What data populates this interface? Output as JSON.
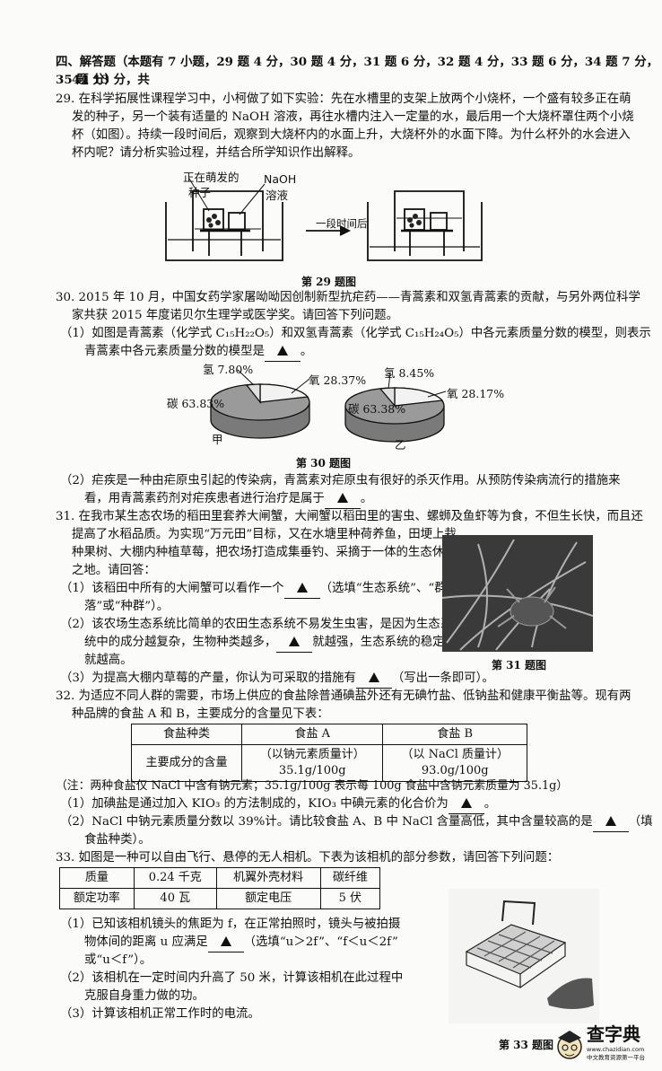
{
  "section": {
    "header_a": "四、解答题（本题有 7 小题，29 题 4 分，30 题 4 分，31 题 6 分，32 题 4 分，33 题 6 分，34 题 7 分，35 题 13 分，共",
    "header_b": "44 分）"
  },
  "q29": {
    "l1": "29. 在科学拓展性课程学习中，小柯做了如下实验：先在水槽里的支架上放两个小烧杯，一个盛有较多正在萌",
    "l2": "发的种子，另一个装有适量的 NaOH 溶液，再往水槽内注入一定量的水，最后用一个大烧杯罩住两个小烧",
    "l3": "杯（如图）。持续一段时间后，观察到大烧杯内的水面上升，大烧杯外的水面下降。为什么杯外的水会进入",
    "l4": "杯内呢？请分析实验过程，并结合所学知识作出解释。",
    "label_seed_a": "正在萌发的",
    "label_seed_b": "种子",
    "label_naoh_a": "NaOH",
    "label_naoh_b": "溶液",
    "label_arrow": "一段时间后",
    "caption": "第 29 题图"
  },
  "q30": {
    "l1": "30. 2015 年 10 月，中国女药学家屠呦呦因创制新型抗疟药——青蒿素和双氢青蒿素的贡献，与另外两位科学",
    "l2": "家共获 2015 年度诺贝尔生理学或医学奖。请回答下列问题。",
    "s1a": "（1）如图是青蒿素（化学式 C₁₅H₂₂O₅）和双氢青蒿素（化学式 C₁₅H₂₄O₅）中各元素质量分数的模型，则表示",
    "s1b": "青蒿素中各元素质量分数的模型是",
    "s1end": "。",
    "pie_a_h": "氢 7.80%",
    "pie_a_o": "氧 28.37%",
    "pie_a_c": "碳 63.83%",
    "pie_a_name": "甲",
    "pie_b_h": "氢 8.45%",
    "pie_b_o": "氧 28.17%",
    "pie_b_c": "碳 63.38%",
    "pie_b_name": "乙",
    "caption": "第 30 题图",
    "s2a": "（2）疟疾是一种由疟原虫引起的传染病，青蒿素对疟原虫有很好的杀灭作用。从预防传染病流行的措施来",
    "s2b": "看，用青蒿素药剂对疟疾患者进行治疗是属于",
    "s2end": "。"
  },
  "q31": {
    "l1": "31. 在我市某生态农场的稻田里套养大闸蟹，大闸蟹以稻田里的害虫、螺蛳及鱼虾等为食，不但生长快，而且还",
    "l2": "提高了水稻品质。为实现“万元田”目标，又在水塘里种荷养鱼，田埂上栽",
    "l3": "种果树、大棚内种植草莓，把农场打造成集垂钓、采摘于一体的生态休闲",
    "l4": "之地。请回答：",
    "s1a": "（1）该稻田中所有的大闸蟹可以看作一个",
    "s1b": "（选填“生态系统”、“群",
    "s1c": "落”或“种群”）。",
    "s2a": "（2）该农场生态系统比简单的农田生态系统不易发生虫害，是因为生态系",
    "s2b": "统中的成分越复杂，生物种类越多，",
    "s2c": "就越强，生态系统的稳定性",
    "s2d": "就越高。",
    "s3a": "（3）为提高大棚内草莓的产量，你认为可采取的措施有",
    "s3b": "（写出一条即可）。",
    "caption": "第 31 题图"
  },
  "q32": {
    "l1": "32. 为适应不同人群的需要，市场上供应的食盐除普通碘盐外还有无碘竹盐、低钠盐和健康平衡盐等。现有两",
    "l2": "种品牌的食盐 A 和 B，主要成分的含量见下表：",
    "table": {
      "h0": "食盐种类",
      "h1": "食盐 A",
      "h2": "食盐 B",
      "r0": "主要成分的含量",
      "a1": "（以钠元素质量计）",
      "a2": "35.1g/100g",
      "b1": "（以 NaCl 质量计）",
      "b2": "93.0g/100g"
    },
    "note": "（注：两种食盐仅 NaCl 中含有钠元素；35.1g/100g 表示每 100g 食盐中含钠元素质量为 35.1g）",
    "s1": "（1）加碘盐是通过加入 KIO₃ 的方法制成的，KIO₃ 中碘元素的化合价为",
    "s1end": "。",
    "s2a": "（2）NaCl 中钠元素质量分数以 39%计。请比较食盐 A、B 中 NaCl 含量高低，其中含量较高的是",
    "s2b": "（填",
    "s2c": "食盐种类）。"
  },
  "q33": {
    "l1": "33. 如图是一种可以自由飞行、悬停的无人相机。下表为该相机的部分参数，请回答下列问题：",
    "table": {
      "c00": "质量",
      "c01": "0.24 千克",
      "c02": "机翼外壳材料",
      "c03": "碳纤维",
      "c10": "额定功率",
      "c11": "40 瓦",
      "c12": "额定电压",
      "c13": "5 伏"
    },
    "s1a": "（1）已知该相机镜头的焦距为 f，在正常拍照时，镜头与被拍摄",
    "s1b": "物体间的距离 u 应满足",
    "s1c": "（选填“u＞2f”、“f＜u＜2f”",
    "s1d": "或“u＜f”）。",
    "s2a": "（2）该相机在一定时间内升高了 50 米，计算该相机在此过程中",
    "s2b": "克服自身重力做的功。",
    "s3": "（3）计算该相机正常工作时的电流。",
    "caption": "第 33 题图"
  },
  "watermark": {
    "title": "查字典",
    "url": "www.chazidian.com",
    "slogan": "中文教育资源第一平台"
  },
  "colors": {
    "ink": "#111111",
    "paper": "#fbfbf9",
    "photo_dark": "#2b2b2b"
  }
}
